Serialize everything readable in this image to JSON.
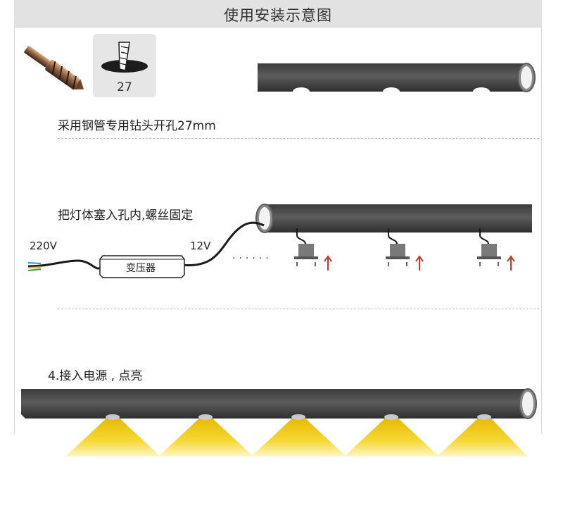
{
  "title": "使用安装示意图",
  "step1": {
    "drill_bit_size": "27",
    "text": "采用钢管专用钻头开孔27mm"
  },
  "step2": {
    "text": "把灯体塞入孔内,螺丝固定",
    "input_voltage": "220V",
    "output_voltage": "12V",
    "transformer_label": "变压器",
    "ellipsis": "......"
  },
  "step4": {
    "text": "4.接入电源 , 点亮"
  },
  "colors": {
    "pipe": "#505050",
    "light": "#f3cf1a",
    "arrow": "#c0392b",
    "header_bg": "#e2e2e2"
  }
}
